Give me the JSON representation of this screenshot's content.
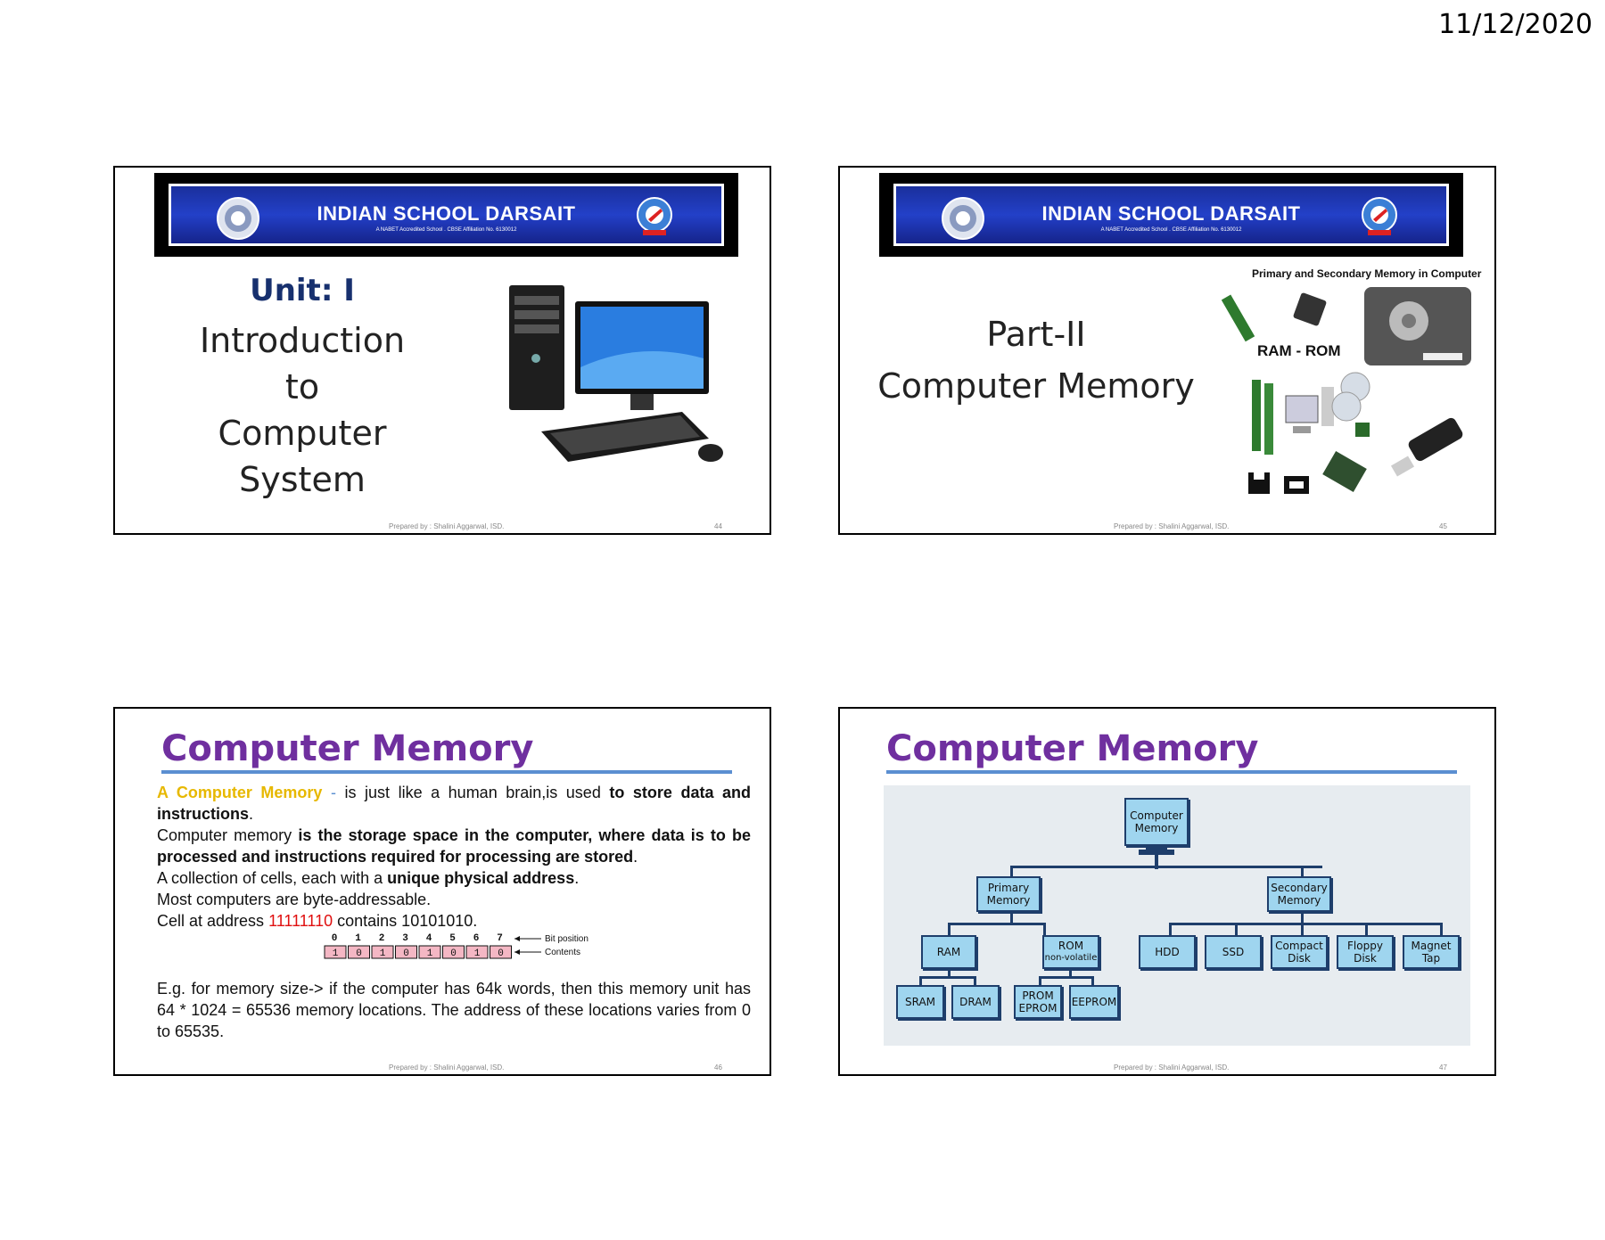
{
  "header": {
    "date": "11/12/2020"
  },
  "school": {
    "name": "INDIAN SCHOOL DARSAIT",
    "tagline": "A NABET Accredited School .  CBSE Affiliation No. 6130012"
  },
  "footer": {
    "prepared_by": "Prepared by : Shalini Aggarwal, ISD."
  },
  "slides": {
    "s1": {
      "unit": "Unit: I",
      "lines": [
        "Introduction",
        "to",
        "Computer System"
      ],
      "page": "44"
    },
    "s2": {
      "lines": [
        "Part-II",
        "Computer Memory"
      ],
      "image_title": "Primary and Secondary Memory in Computer",
      "image_label": "RAM - ROM",
      "page": "45"
    },
    "s3": {
      "heading": "Computer Memory",
      "p1": {
        "highlight": "A Computer Memory",
        "dash": " - ",
        "text": "is just like a human brain,is used ",
        "bold": "to  store data and instructions",
        "end": "."
      },
      "p2": {
        "text": "Computer memory ",
        "bold": "is the  storage space in the computer, where  data is to be  processed and instructions required for processing are  stored",
        "end": "."
      },
      "p3": {
        "text": "A collection of cells, each with a ",
        "bold": "unique physical  address",
        "end": "."
      },
      "p4": "Most computers  are  byte-addressable.",
      "p5": {
        "text": "Cell at   address ",
        "red": "11111110",
        "end": " contains 10101010."
      },
      "bits": {
        "positions": [
          "0",
          "1",
          "2",
          "3",
          "4",
          "5",
          "6",
          "7"
        ],
        "contents": [
          "1",
          "0",
          "1",
          "0",
          "1",
          "0",
          "1",
          "0"
        ],
        "label_position": "Bit position",
        "label_contents": "Contents"
      },
      "example": "E.g. for memory size-> if the computer has 64k words,  then this memory unit has 64 * 1024 = 65536 memory  locations. The address of these locations varies from 0 to  65535.",
      "page": "46"
    },
    "s4": {
      "heading": "Computer Memory",
      "tree": {
        "root": [
          "Computer",
          "Memory"
        ],
        "primary": [
          "Primary",
          "Memory"
        ],
        "secondary": [
          "Secondary",
          "Memory"
        ],
        "ram": "RAM",
        "rom": [
          "ROM",
          "non-volatile"
        ],
        "sram": "SRAM",
        "dram": "DRAM",
        "prom": [
          "PROM",
          "EPROM"
        ],
        "eeprom": "EEPROM",
        "hdd": "HDD",
        "ssd": "SSD",
        "compact": [
          "Compact",
          "Disk"
        ],
        "floppy": [
          "Floppy",
          "Disk"
        ],
        "magnet": [
          "Magnet",
          "Tap"
        ]
      },
      "page": "47"
    }
  }
}
